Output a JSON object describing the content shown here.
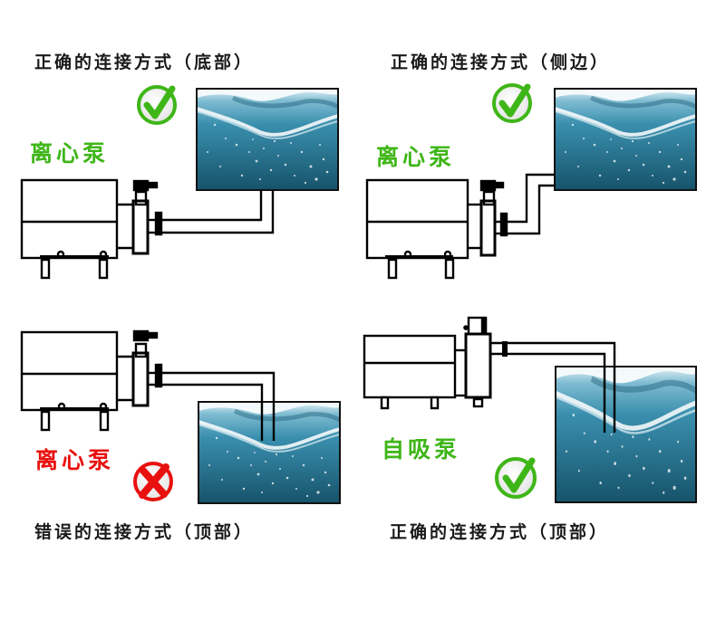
{
  "colors": {
    "correct_green": "#3fb618",
    "wrong_red": "#e8110f",
    "caption_text": "#1a1a1a",
    "outline": "#000000",
    "water_dark": "#1d5f78",
    "water_mid": "#3a8fae",
    "water_light": "#8cc8dc"
  },
  "panels": [
    {
      "id": "top-left",
      "caption": "正确的连接方式（底部）",
      "pump_label": "离心泵",
      "pump_type": "centrifugal",
      "status": "correct",
      "status_icon": "check-circle-icon",
      "connection": "bottom"
    },
    {
      "id": "top-right",
      "caption": "正确的连接方式（侧边）",
      "pump_label": "离心泵",
      "pump_type": "centrifugal",
      "status": "correct",
      "status_icon": "check-circle-icon",
      "connection": "side"
    },
    {
      "id": "bottom-left",
      "caption": "错误的连接方式（顶部）",
      "pump_label": "离心泵",
      "pump_type": "centrifugal",
      "status": "wrong",
      "status_icon": "x-circle-icon",
      "connection": "top"
    },
    {
      "id": "bottom-right",
      "caption": "正确的连接方式（顶部）",
      "pump_label": "自吸泵",
      "pump_type": "self-priming",
      "status": "correct",
      "status_icon": "check-circle-icon",
      "connection": "top"
    }
  ]
}
